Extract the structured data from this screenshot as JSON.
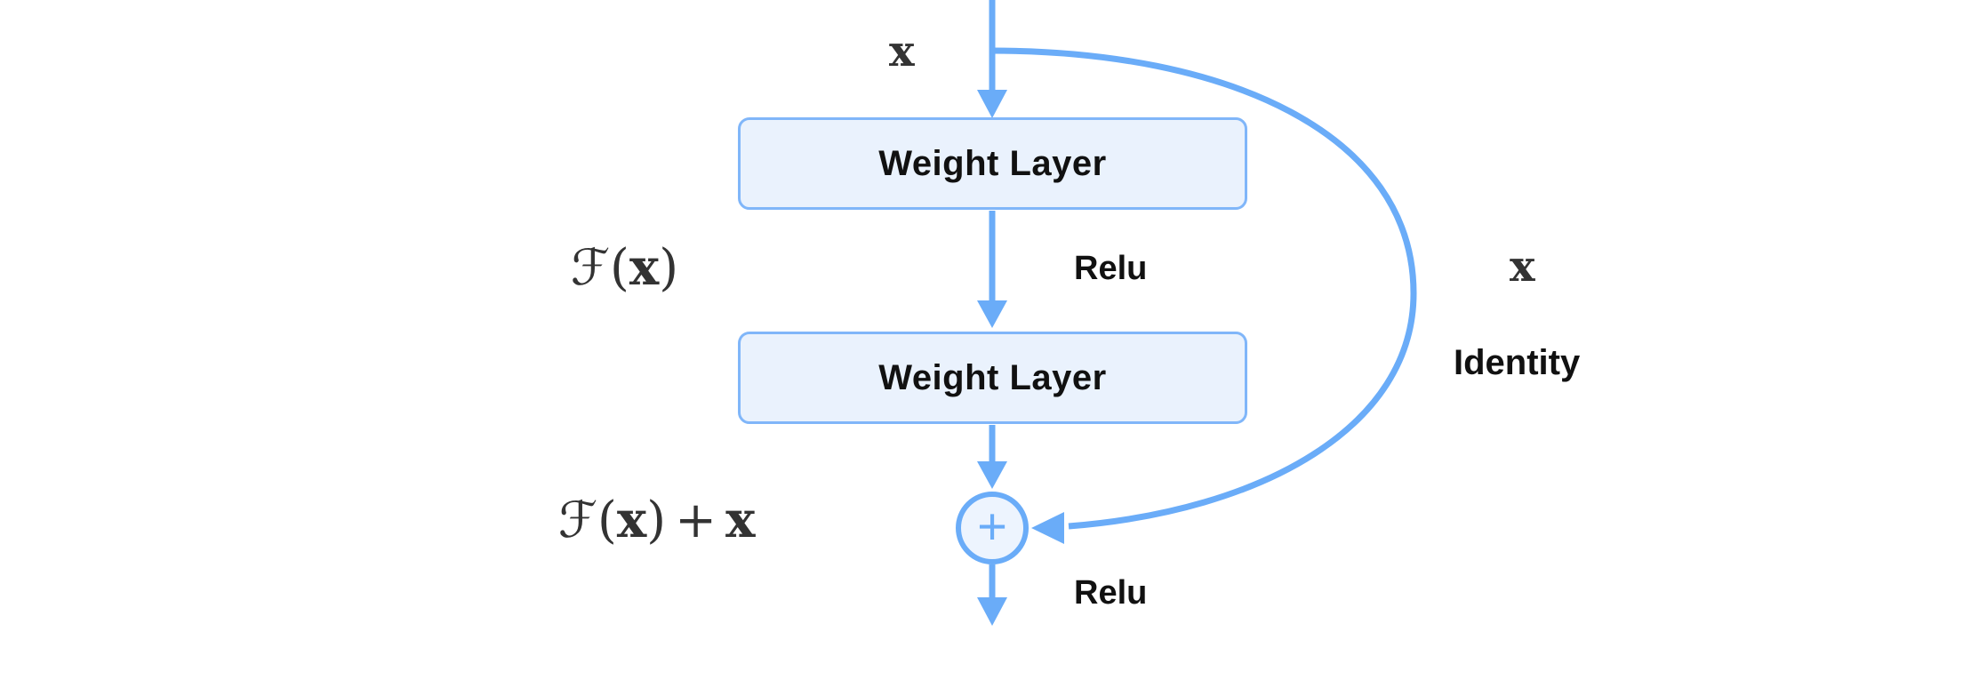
{
  "diagram": {
    "labels": {
      "input_x": "x",
      "weight_layer_1": "Weight Layer",
      "weight_layer_2": "Weight Layer",
      "relu_mid": "Relu",
      "relu_out": "Relu",
      "identity": "Identity",
      "identity_x": "x",
      "plus_sign": "+",
      "f_of_x": {
        "script_f": "ℱ",
        "open": "(",
        "bold_x": "x",
        "close": ")"
      },
      "residual_sum": {
        "script_f": "ℱ",
        "open": "(",
        "bold_x": "x",
        "close": ")",
        "plus": "+",
        "bold_x2": "x"
      }
    },
    "colors": {
      "line_blue": "#6AACF8",
      "box_border": "#80B6F9",
      "box_fill": "#EAF2FD",
      "circle_fill": "#EDF4FE",
      "text_dark": "#111111",
      "math_dark": "#333333"
    }
  }
}
